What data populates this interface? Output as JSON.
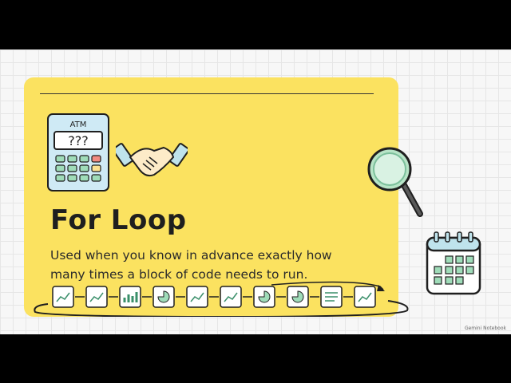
{
  "slide": {
    "title": "For Loop",
    "description": "Used when you know in advance exactly how many times a block of code needs to run.",
    "atm_label": "ATM",
    "atm_screen": "???",
    "watermark": "Gemini Notebook"
  },
  "icons": {
    "atm": "atm-icon",
    "handshake": "handshake-icon",
    "magnifier": "magnifying-glass-icon",
    "calendar": "calendar-icon",
    "loop_items": [
      "line-chart-icon",
      "line-chart-icon",
      "bar-chart-icon",
      "pie-chart-icon",
      "line-chart-icon",
      "document-chart-icon",
      "document-pie-icon",
      "document-pie-icon",
      "document-list-icon",
      "document-chart-icon"
    ]
  },
  "colors": {
    "card": "#fbe260",
    "icon_green": "#9fdcb9",
    "icon_blue": "#bfe3ec",
    "ink": "#1f1f1f"
  }
}
